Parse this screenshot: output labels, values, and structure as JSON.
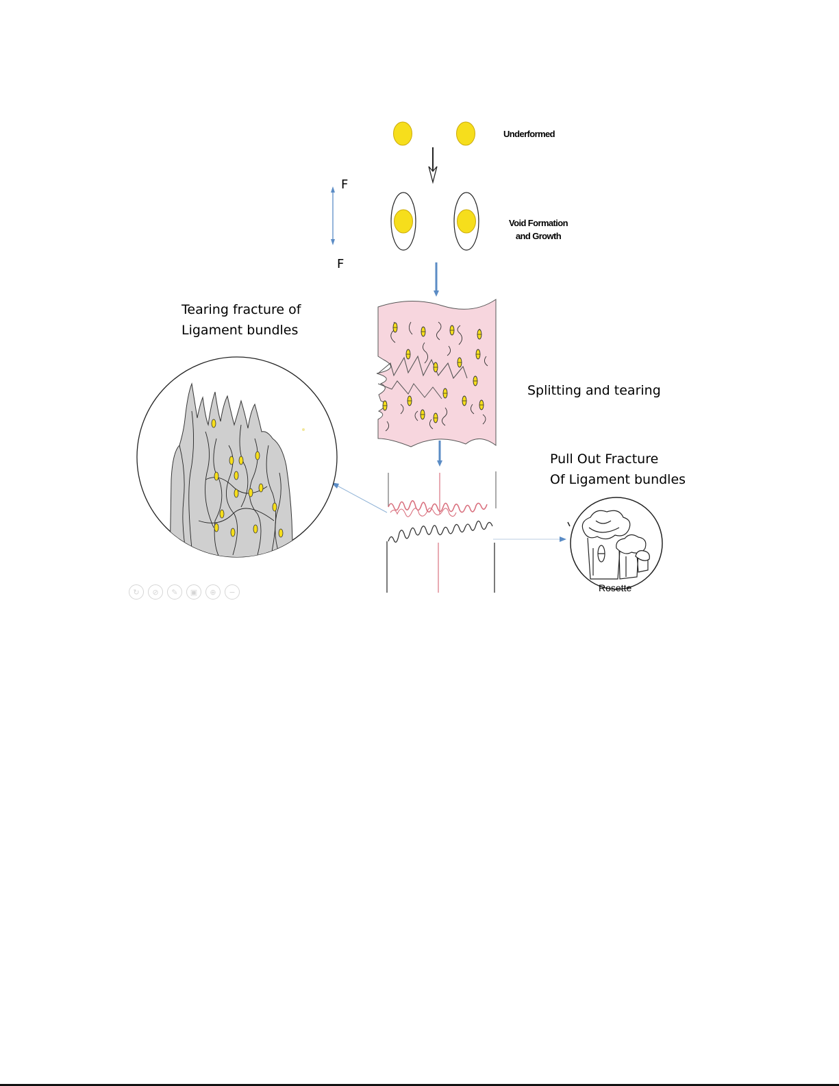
{
  "labels": {
    "undeformed": "Underformed",
    "void_line1": "Void Formation",
    "void_line2": "and Growth",
    "force_top": "F",
    "force_bottom": "F",
    "tearing_line1": "Tearing fracture of",
    "tearing_line2": "Ligament bundles",
    "splitting": "Splitting and tearing",
    "pullout_line1": "Pull Out Fracture",
    "pullout_line2": "Of Ligament bundles",
    "rosette": "Rosette"
  },
  "colors": {
    "particle": "#f6de1c",
    "tissue": "#f7d6de",
    "arrow_blue": "#5b8cc5",
    "fracture_red": "#d9707e",
    "bundle_gray": "#cfcfcf"
  },
  "toolbar": {
    "icons": [
      "rotate-icon",
      "attach-icon",
      "edit-icon",
      "save-icon",
      "zoom-icon",
      "minus-icon"
    ]
  }
}
